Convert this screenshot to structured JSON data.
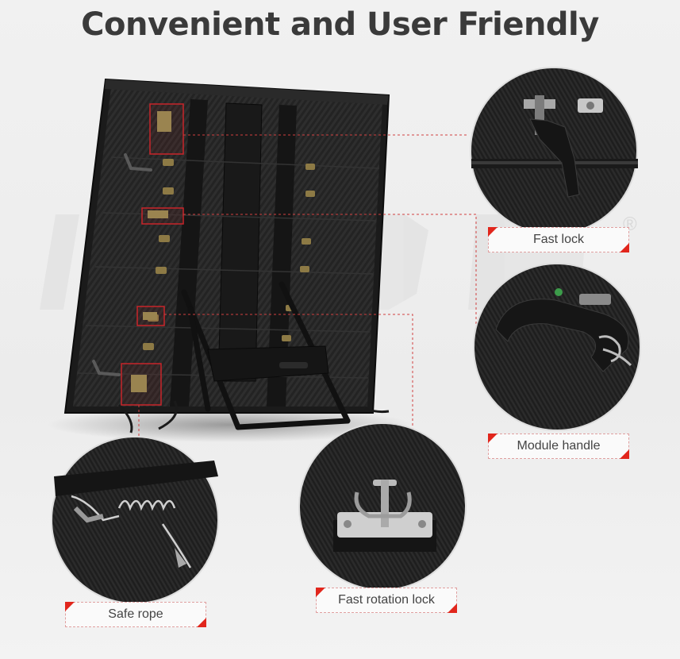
{
  "title": "Convenient and User Friendly",
  "watermark_mark": "®",
  "colors": {
    "accent": "#e1261c",
    "title": "#3a3a3a",
    "panel": "#1d1d1d",
    "background": "#efefef"
  },
  "callouts": [
    {
      "label": "Fast lock",
      "icon": "fast-lock-closeup-icon"
    },
    {
      "label": "Module handle",
      "icon": "module-handle-closeup-icon"
    },
    {
      "label": "Fast rotation lock",
      "icon": "rotation-lock-closeup-icon"
    },
    {
      "label": "Safe rope",
      "icon": "safe-rope-closeup-icon"
    }
  ]
}
